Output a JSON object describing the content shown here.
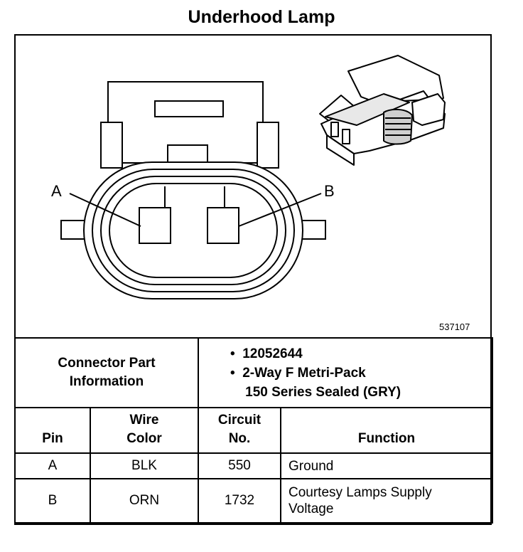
{
  "title": "Underhood Lamp",
  "figure_id": "537107",
  "pin_labels": {
    "a": "A",
    "b": "B"
  },
  "connector_info": {
    "label_line1": "Connector Part",
    "label_line2": "Information",
    "items": [
      "12052644",
      "2-Way F Metri-Pack",
      "150 Series Sealed (GRY)"
    ]
  },
  "table": {
    "headers": {
      "pin": "Pin",
      "wire_color_line1": "Wire",
      "wire_color_line2": "Color",
      "circuit_line1": "Circuit",
      "circuit_line2": "No.",
      "function": "Function"
    },
    "rows": [
      {
        "pin": "A",
        "wire_color": "BLK",
        "circuit": "550",
        "function_line1": "Ground",
        "function_line2": ""
      },
      {
        "pin": "B",
        "wire_color": "ORN",
        "circuit": "1732",
        "function_line1": "Courtesy Lamps Supply",
        "function_line2": "Voltage"
      }
    ]
  }
}
